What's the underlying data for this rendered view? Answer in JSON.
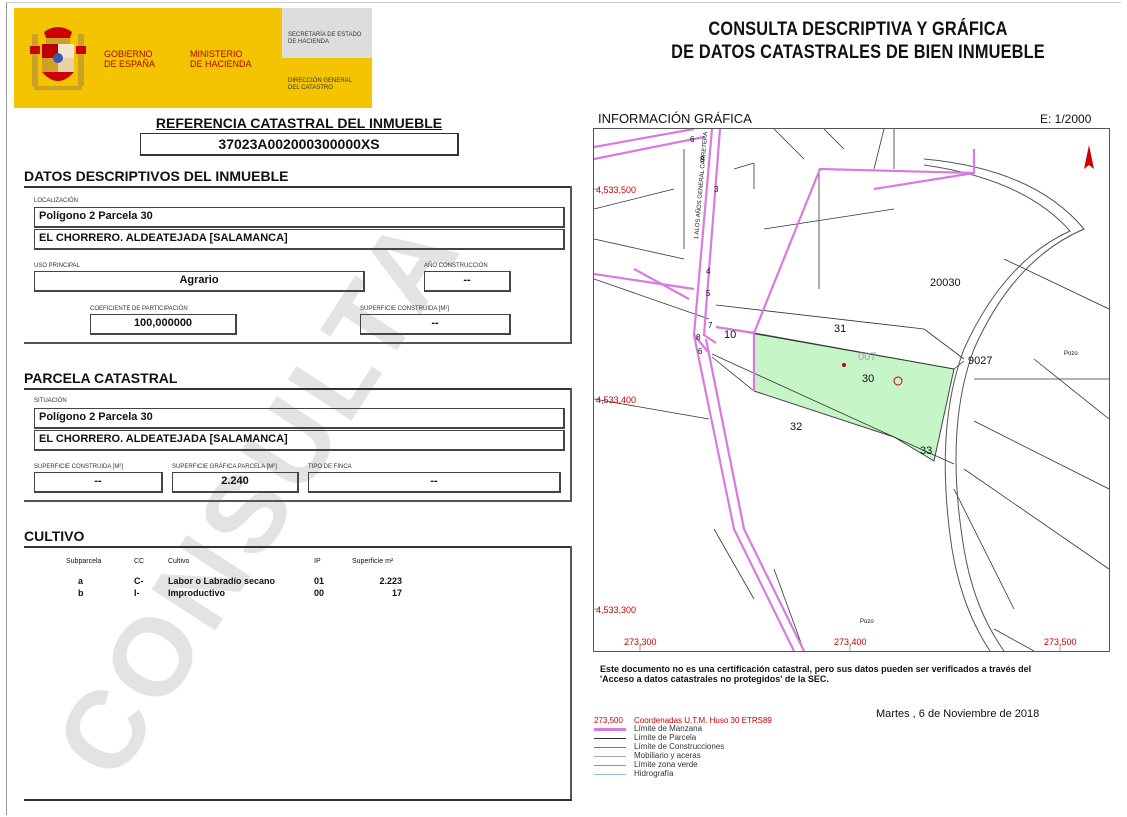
{
  "header": {
    "gov_line1": "GOBIERNO",
    "gov_line2": "DE ESPAÑA",
    "min_line1": "MINISTERIO",
    "min_line2": "DE HACIENDA",
    "sec_line1": "SECRETARÍA DE ESTADO",
    "sec_line2": "DE HACIENDA",
    "dir_line1": "DIRECCIÓN GENERAL",
    "dir_line2": "DEL CATASTRO"
  },
  "title": {
    "line1": "CONSULTA DESCRIPTIVA Y GRÁFICA",
    "line2": "DE DATOS CATASTRALES DE BIEN INMUEBLE"
  },
  "reference": {
    "heading": "REFERENCIA CATASTRAL DEL INMUEBLE",
    "value": "37023A002000300000XS"
  },
  "descriptive": {
    "heading": "DATOS DESCRIPTIVOS DEL INMUEBLE",
    "location_label": "LOCALIZACIÓN",
    "location_line1": "Polígono 2 Parcela 30",
    "location_line2": "EL CHORRERO. ALDEATEJADA [SALAMANCA]",
    "use_label": "USO PRINCIPAL",
    "use_value": "Agrario",
    "year_label": "AÑO CONSTRUCCIÓN",
    "year_value": "--",
    "coef_label": "COEFICIENTE DE PARTICIPACIÓN",
    "coef_value": "100,000000",
    "built_label": "SUPERFICIE CONSTRUIDA [m²]",
    "built_value": "--"
  },
  "parcel": {
    "heading": "PARCELA CATASTRAL",
    "situation_label": "SITUACIÓN",
    "situation_line1": "Polígono 2 Parcela 30",
    "situation_line2": "EL CHORRERO. ALDEATEJADA [SALAMANCA]",
    "built_label": "SUPERFICIE CONSTRUIDA [m²]",
    "built_value": "--",
    "graphic_label": "SUPERFICIE GRÁFICA PARCELA [m²]",
    "graphic_value": "2.240",
    "type_label": "TIPO DE FINCA",
    "type_value": "--"
  },
  "crops": {
    "heading": "CULTIVO",
    "columns": [
      "Subparcela",
      "CC",
      "Cultivo",
      "IP",
      "Superficie m²"
    ],
    "rows": [
      [
        "a",
        "C-",
        "Labor o Labradío secano",
        "01",
        "2.223"
      ],
      [
        "b",
        "I-",
        "Improductivo",
        "00",
        "17"
      ]
    ]
  },
  "watermark": "CONSULTA",
  "map": {
    "heading": "INFORMACIÓN GRÁFICA",
    "scale": "E: 1/2000",
    "coords": {
      "y1": "4,533,500",
      "y2": "4,533,400",
      "y3": "4,533,300",
      "x1": "273,300",
      "x2": "273,400",
      "x3": "273,500"
    },
    "labels": {
      "p20030": "20030",
      "p31": "31",
      "p10": "10",
      "p9027": "9027",
      "p30": "30",
      "p32": "32",
      "p33": "33",
      "p007": "007",
      "pozo1": "Pozo",
      "pozo2": "Pozo",
      "road": "1 ALOS AÑOS GENERAL CARRETERA"
    },
    "road_numbers": [
      "6",
      "8",
      "3",
      "4",
      "5",
      "7",
      "8",
      "6"
    ]
  },
  "note": {
    "line1": "Este documento no es una certificación catastral, pero sus datos pueden ser verificados a través del",
    "line2": "'Acceso a datos catastrales no protegidos' de la SEC."
  },
  "date": "Martes , 6 de Noviembre de 2018",
  "legend": {
    "coord_value": "273,500",
    "coord_text": "Coordenadas U.T.M. Huso 30 ETRS89",
    "items": [
      "Límite de Manzana",
      "Límite de Parcela",
      "Límite de Construcciones",
      "Mobiliario y aceras",
      "Límite zona verde",
      "Hidrografía"
    ]
  },
  "colors": {
    "brand_yellow": "#f5c400",
    "manzana": "#d77be0",
    "green_zone": "#c6f5c8",
    "coord_red": "#c00000"
  }
}
